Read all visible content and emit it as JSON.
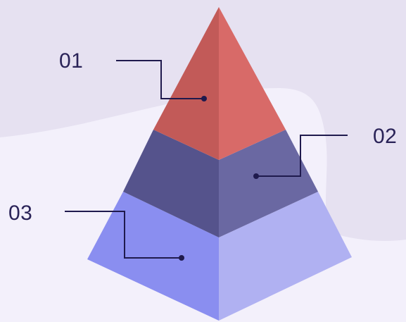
{
  "labels": {
    "level_1": "01",
    "level_2": "02",
    "level_3": "03"
  },
  "colors": {
    "background": "#f3f0fb",
    "background_blob": "#e6e1f1",
    "top_left": "#c25a58",
    "top_right": "#d86a68",
    "middle_left": "#55538c",
    "middle_right": "#6a68a2",
    "bottom_left": "#8a8ef0",
    "bottom_right": "#b0b1f2",
    "leader_line": "#1f1a4d",
    "label_text": "#2a2358"
  }
}
